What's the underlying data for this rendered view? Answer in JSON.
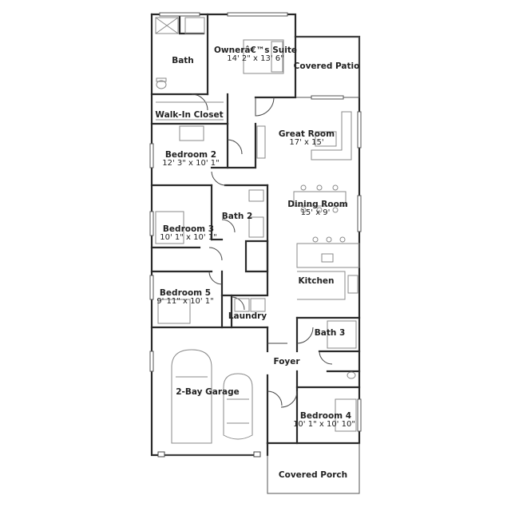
{
  "rooms": {
    "owners_suite": {
      "name": "Ownerâ€™s Suite",
      "dims": "14' 2\" x 13' 6\""
    },
    "bath": {
      "name": "Bath"
    },
    "covered_patio": {
      "name": "Covered Patio"
    },
    "walk_in_closet": {
      "name": "Walk-In Closet"
    },
    "great_room": {
      "name": "Great Room",
      "dims": "17' x 15'"
    },
    "bedroom2": {
      "name": "Bedroom 2",
      "dims": "12' 3\" x 10' 1\""
    },
    "dining_room": {
      "name": "Dining Room",
      "dims": "15' x 9'"
    },
    "bath2": {
      "name": "Bath 2"
    },
    "bedroom3": {
      "name": "Bedroom 3",
      "dims": "10' 1\" x 10' 1\""
    },
    "kitchen": {
      "name": "Kitchen"
    },
    "bedroom5": {
      "name": "Bedroom 5",
      "dims": "9' 11\" x 10' 1\""
    },
    "laundry": {
      "name": "Laundry"
    },
    "bath3": {
      "name": "Bath 3"
    },
    "foyer": {
      "name": "Foyer"
    },
    "garage": {
      "name": "2-Bay Garage"
    },
    "bedroom4": {
      "name": "Bedroom 4",
      "dims": "10' 1\" x 10' 10\""
    },
    "covered_porch": {
      "name": "Covered Porch"
    }
  }
}
